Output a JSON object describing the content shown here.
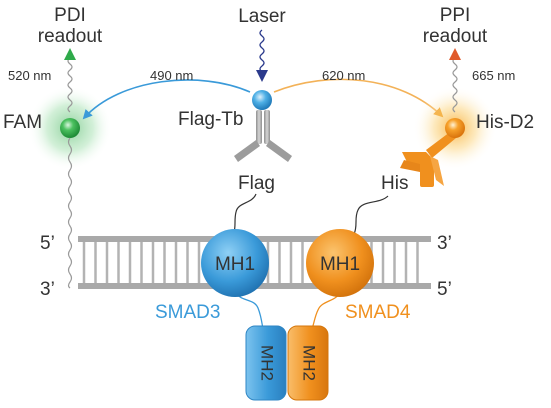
{
  "labels": {
    "laser": "Laser",
    "pdi_readout_line1": "PDI",
    "pdi_readout_line2": "readout",
    "ppi_readout_line1": "PPI",
    "ppi_readout_line2": "readout",
    "wavelength_520": "520 nm",
    "wavelength_490": "490 nm",
    "wavelength_620": "620 nm",
    "wavelength_665": "665 nm",
    "fam": "FAM",
    "flag_tb": "Flag-Tb",
    "his_d2": "His-D2",
    "flag": "Flag",
    "his": "His",
    "dna_top_left_end": "5’",
    "dna_bottom_left_end": "3’",
    "dna_top_right_end": "3’",
    "dna_bottom_right_end": "5’",
    "mh1_left": "MH1",
    "mh1_right": "MH1",
    "smad3": "SMAD3",
    "smad4": "SMAD4",
    "mh2_left": "MH2",
    "mh2_right": "MH2"
  },
  "colors": {
    "blue": "#3a9ad9",
    "orange": "#f0901e",
    "green": "#2faa4a",
    "navy": "#2b3a8c",
    "red": "#e05a2a",
    "dna_gray": "#a9a9a9",
    "text_dark": "#333333"
  }
}
